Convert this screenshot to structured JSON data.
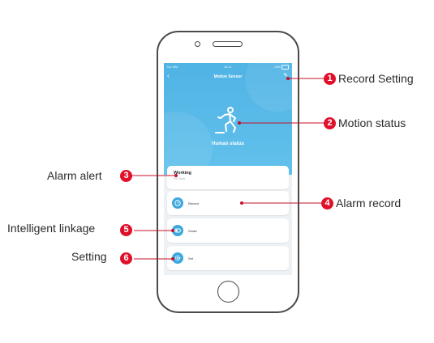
{
  "app": {
    "status_bar": {
      "carrier": "No SIM",
      "time": "16:11",
      "battery": "13%"
    },
    "title": "Motion Sensor",
    "hero_label": "Human status",
    "alarm_card": {
      "title": "Working",
      "subtitle": "PIR state"
    },
    "menu": [
      {
        "label": "Record",
        "icon": "clock-icon"
      },
      {
        "label": "Smart",
        "icon": "toggle-icon"
      },
      {
        "label": "Set",
        "icon": "gear-icon"
      }
    ]
  },
  "callouts": [
    {
      "number": "1",
      "label": "Record Setting"
    },
    {
      "number": "2",
      "label": "Motion status"
    },
    {
      "number": "3",
      "label": "Alarm alert"
    },
    {
      "number": "4",
      "label": "Alarm record"
    },
    {
      "number": "5",
      "label": "Intelligent linkage"
    },
    {
      "number": "6",
      "label": "Setting"
    }
  ],
  "colors": {
    "accent": "#4fb3e4",
    "badge": "#e0102a",
    "icon_bg": "#3ca8df"
  }
}
